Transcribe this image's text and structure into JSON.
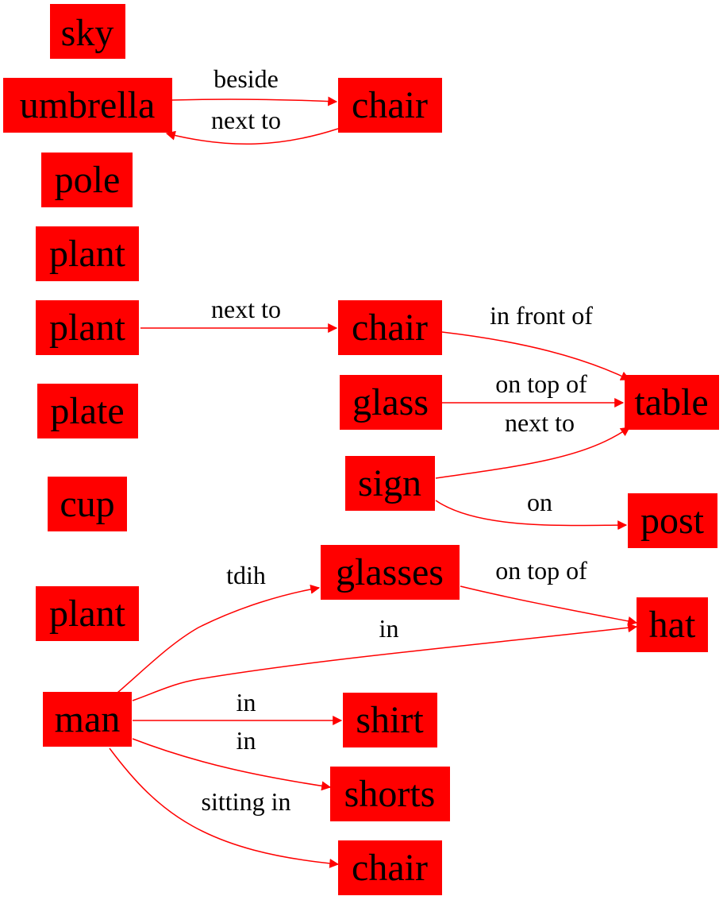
{
  "colors": {
    "node_fill": "#ff0000",
    "edge": "#ff0000",
    "text": "#000000",
    "background": "#ffffff"
  },
  "nodes": {
    "sky": "sky",
    "umbrella": "umbrella",
    "chair1": "chair",
    "pole": "pole",
    "plant1": "plant",
    "plant2": "plant",
    "chair2": "chair",
    "plate": "plate",
    "glass": "glass",
    "table": "table",
    "sign": "sign",
    "cup": "cup",
    "post": "post",
    "glasses": "glasses",
    "plant3": "plant",
    "hat": "hat",
    "man": "man",
    "shirt": "shirt",
    "shorts": "shorts",
    "chair3": "chair"
  },
  "edges": {
    "umbrella_chair1": "beside",
    "chair1_umbrella": "next to",
    "plant2_chair2": "next to",
    "chair2_table": "in front of",
    "glass_table": "on top of",
    "sign_table": "next to",
    "sign_post": "on",
    "man_glasses": "tdih",
    "glasses_hat": "on top of",
    "man_hat": "in",
    "man_shirt": "in",
    "man_shorts": "in",
    "man_chair3": "sitting in"
  }
}
